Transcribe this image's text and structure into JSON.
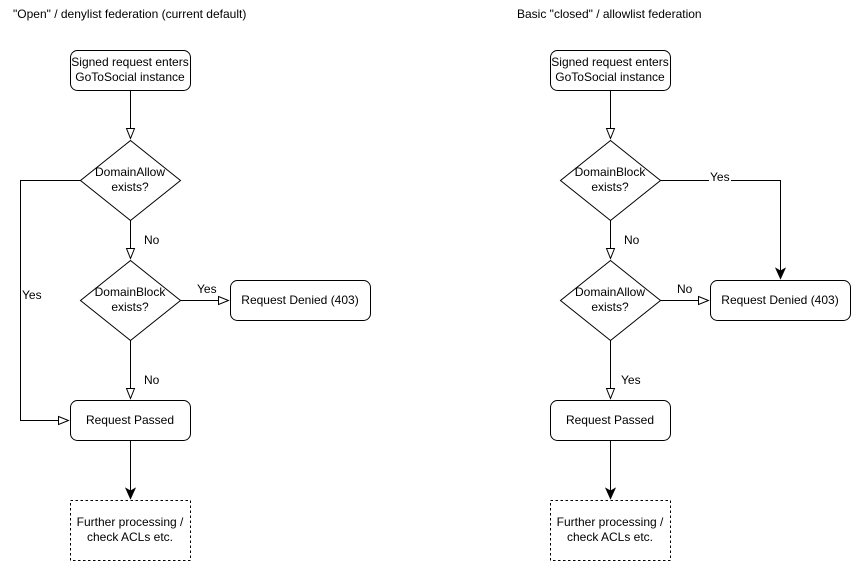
{
  "colors": {
    "stroke": "#000000",
    "node_fill": "#ffffff",
    "text": "#000000",
    "background": "#ffffff"
  },
  "left_chart": {
    "title": "\"Open\" / denylist federation (current default)",
    "nodes": {
      "start": "Signed request enters GoToSocial instance",
      "domain_allow": "DomainAllow exists?",
      "domain_block": "DomainBlock exists?",
      "denied": "Request Denied (403)",
      "passed": "Request Passed",
      "further": "Further processing / check ACLs etc."
    },
    "edge_labels": {
      "allow_no": "No",
      "allow_yes": "Yes",
      "block_yes": "Yes",
      "block_no": "No"
    }
  },
  "right_chart": {
    "title": "Basic \"closed\" / allowlist federation",
    "nodes": {
      "start": "Signed request enters GoToSocial instance",
      "domain_block": "DomainBlock exists?",
      "domain_allow": "DomainAllow exists?",
      "denied": "Request Denied (403)",
      "passed": "Request Passed",
      "further": "Further processing / check ACLs etc."
    },
    "edge_labels": {
      "block_yes": "Yes",
      "block_no": "No",
      "allow_no": "No",
      "allow_yes": "Yes"
    }
  }
}
